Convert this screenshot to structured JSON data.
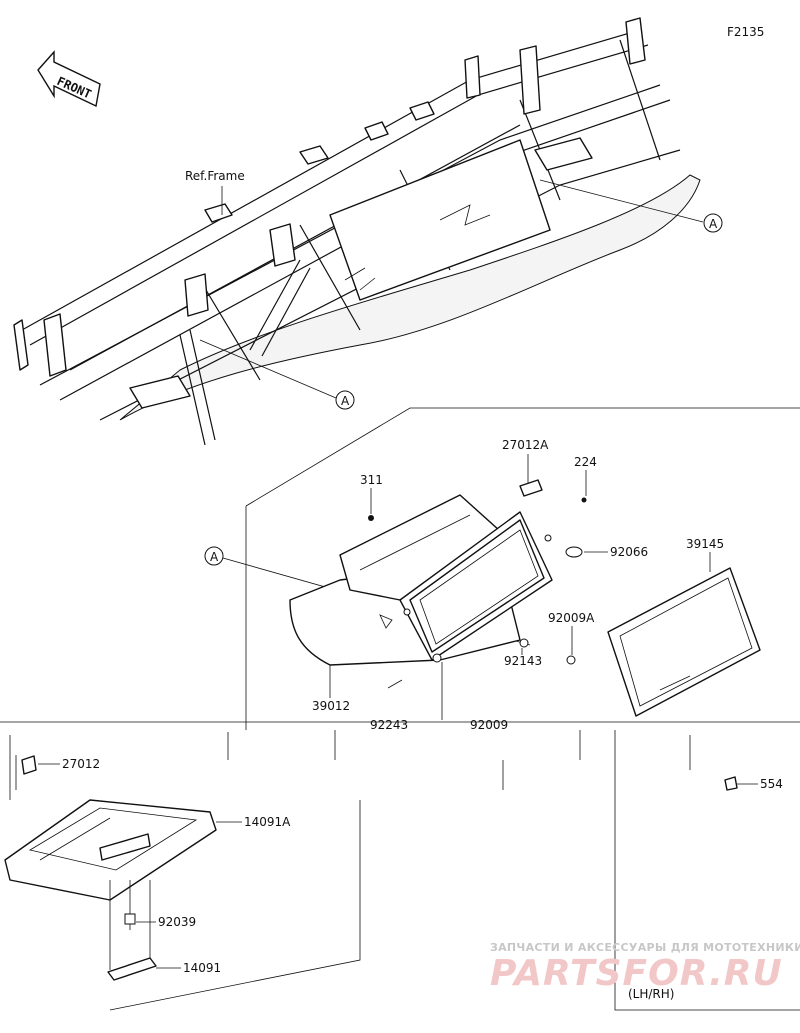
{
  "header": {
    "code": "F2135"
  },
  "front_arrow": {
    "label": "FRONT"
  },
  "frame": {
    "ref_label": "Ref.Frame",
    "callout_a": "A"
  },
  "parts": [
    {
      "id": "27012A"
    },
    {
      "id": "224"
    },
    {
      "id": "311"
    },
    {
      "id": "92066"
    },
    {
      "id": "39145"
    },
    {
      "id": "92009A"
    },
    {
      "id": "92143"
    },
    {
      "id": "39012"
    },
    {
      "id": "92243"
    },
    {
      "id": "92009"
    },
    {
      "id": "27012"
    },
    {
      "id": "554"
    },
    {
      "id": "14091A"
    },
    {
      "id": "92039"
    },
    {
      "id": "14091"
    }
  ],
  "variant": {
    "label": "(LH/RH)"
  },
  "watermark": {
    "line1": "ЗАПЧАСТИ И АКСЕССУАРЫ ДЛЯ МОТОТЕХНИКИ",
    "line2": "PARTSFOR.RU"
  }
}
